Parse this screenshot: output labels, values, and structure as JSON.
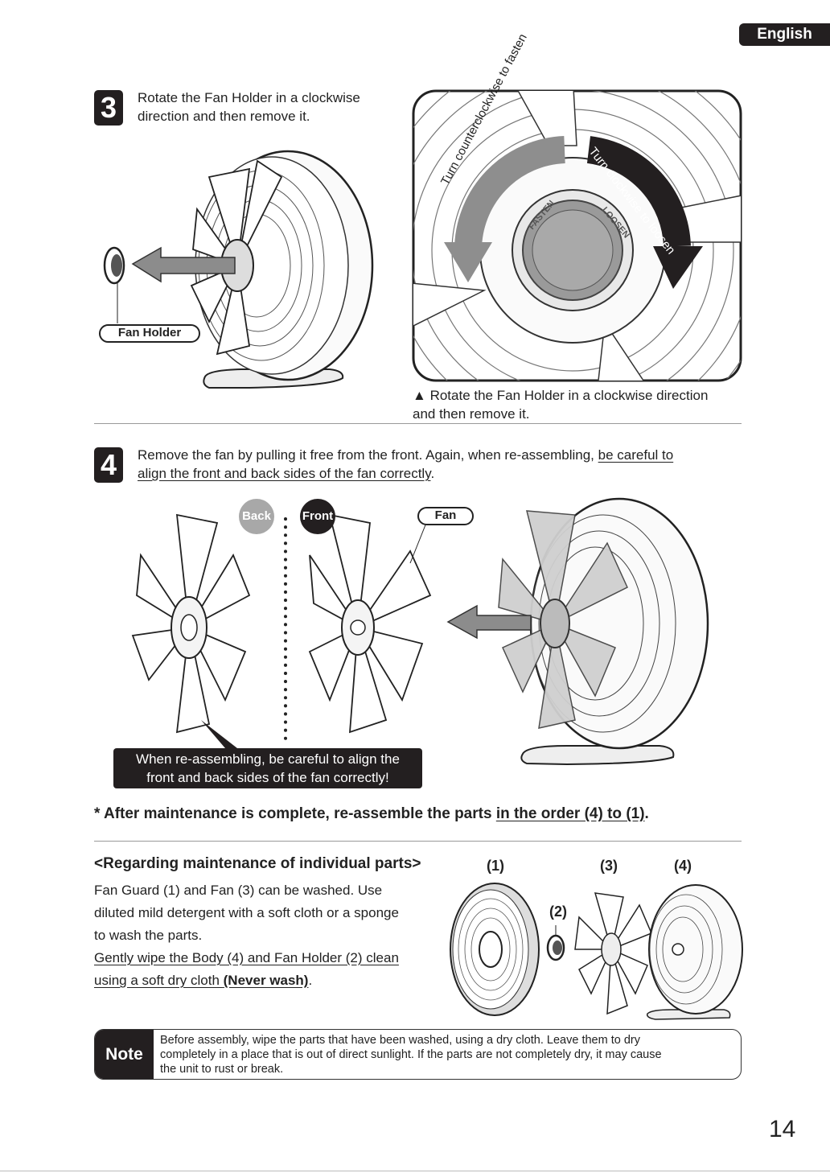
{
  "header": {
    "language": "English"
  },
  "step3": {
    "number": "3",
    "text_line1": "Rotate the Fan Holder in a clockwise",
    "text_line2": "direction and then remove it.",
    "fan_holder_label": "Fan Holder",
    "detail": {
      "counterclockwise_label": "Turn counterclockwise to fasten",
      "clockwise_label": "Turn clockwise to loosen",
      "dial_fasten": "FASTEN",
      "dial_loosen": "LOOSEN"
    },
    "caption_marker": "▲",
    "caption_line1": "Rotate the Fan Holder in a clockwise direction",
    "caption_line2": "and then remove it."
  },
  "step4": {
    "number": "4",
    "text_plain": "Remove the fan by pulling it free from the front.  Again, when re-assembling, ",
    "text_underlined_1": "be careful to",
    "text_underlined_2": "align the front and back sides of the fan correctly",
    "text_end": ".",
    "back_label": "Back",
    "front_label": "Front",
    "fan_label": "Fan",
    "callout_line1": "When re-assembling, be careful to align the",
    "callout_line2": "front and back sides of the fan correctly!"
  },
  "reassemble": {
    "prefix": "* After maintenance is complete, re-assemble the parts ",
    "underlined": "in the order (4) to (1)",
    "suffix": "."
  },
  "maintenance": {
    "heading": "<Regarding maintenance of individual parts>",
    "line1": "Fan Guard (1) and Fan (3) can be washed.  Use",
    "line2": "diluted mild detergent with a soft cloth or a sponge",
    "line3": "to wash the parts.",
    "line4": "Gently wipe the Body (4) and Fan Holder (2) clean",
    "line5_plain": "using a soft dry cloth ",
    "line5_bold": "(Never wash)",
    "line5_end": ".",
    "parts": [
      "(1)",
      "(2)",
      "(3)",
      "(4)"
    ]
  },
  "note": {
    "label": "Note",
    "line1": "Before assembly, wipe the parts that have been washed, using a dry cloth. Leave them to dry",
    "line2": "completely in a place that is out of direct sunlight. If the parts are not completely dry, it may cause",
    "line3": "the unit to rust or break."
  },
  "page_number": "14",
  "colors": {
    "dark": "#231f20",
    "gray_circle": "#a8a8a8",
    "rule": "#999999"
  }
}
